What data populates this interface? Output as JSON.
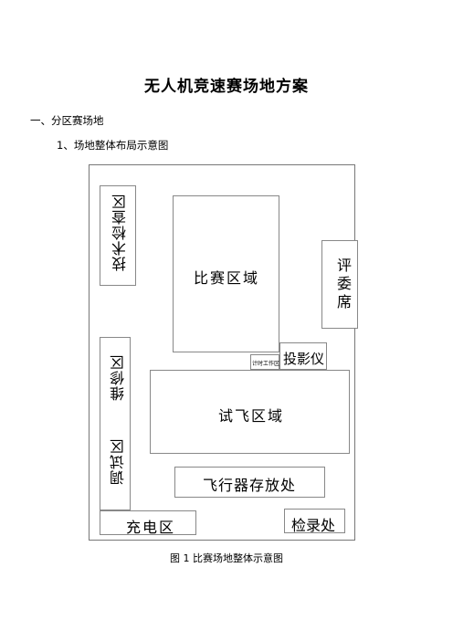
{
  "document": {
    "title": "无人机竞速赛场地方案",
    "section": "一、分区赛场地",
    "subsection": "1、场地整体布局示意图",
    "caption": "图 1 比赛场地整体示意图"
  },
  "diagram": {
    "tech_check": "技术检查区",
    "race_area": "比赛区域",
    "judges": "评委席",
    "timing": "计时工作区",
    "projector": "投影仪",
    "repair": "维修区",
    "test_flight": "试飞区域",
    "debug": "调试区",
    "storage": "飞行器存放处",
    "charging": "充电区",
    "checkin": "检录处"
  }
}
